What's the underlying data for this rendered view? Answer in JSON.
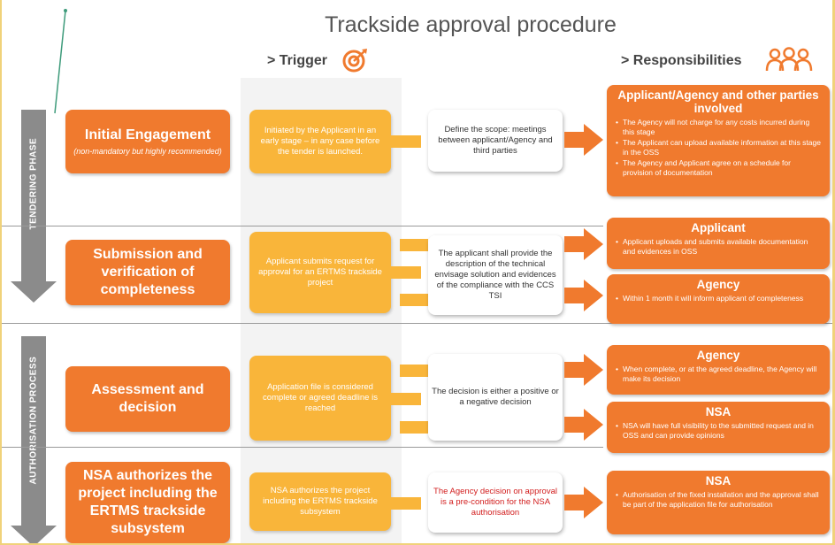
{
  "title": "Trackside approval procedure",
  "columns": {
    "trigger": "> Trigger",
    "responsibilities": "> Responsibilities",
    "trigger_icon": "target-icon",
    "responsibilities_icon": "people-icon"
  },
  "phases": {
    "tendering": "TENDERING PHASE",
    "authorisation": "AUTHORISATION PROCESS"
  },
  "stages": [
    {
      "title": "Initial Engagement",
      "subtitle": "(non-mandatory but highly recommended)"
    },
    {
      "title": "Submission and verification of completeness",
      "subtitle": ""
    },
    {
      "title": "Assessment and decision",
      "subtitle": ""
    },
    {
      "title": "NSA authorizes the project including the ERTMS trackside subsystem",
      "subtitle": ""
    }
  ],
  "triggers": [
    "Initiated by the Applicant in an early stage – in any case before the tender is launched.",
    "Applicant submits request for approval for an ERTMS trackside project",
    "Application file is considered complete or agreed deadline is reached",
    "NSA authorizes the project including the ERTMS trackside subsystem"
  ],
  "actions": [
    "Define the scope: meetings between applicant/Agency and third parties",
    "The applicant shall provide the description of the technical envisage solution and evidences of the compliance with the CCS TSI",
    "The decision is either a positive or a negative decision",
    "The Agency decision on approval is a pre-condition for the NSA authorisation"
  ],
  "responsibilities": [
    {
      "heading": "Applicant/Agency and other parties involved",
      "items": [
        "The Agency will not charge for any costs incurred during this stage",
        "The Applicant can upload available information at this stage in the OSS",
        "The Agency and Applicant agree on a schedule for provision of documentation"
      ]
    },
    {
      "heading": "Applicant",
      "items": [
        "Applicant uploads and submits available documentation and evidences in OSS"
      ]
    },
    {
      "heading": "Agency",
      "items": [
        "Within 1 month it will inform applicant of completeness"
      ]
    },
    {
      "heading": "Agency",
      "items": [
        "When complete, or at the agreed deadline, the Agency will make its decision"
      ]
    },
    {
      "heading": "NSA",
      "items": [
        "NSA will have full visibility to the submitted request and in OSS and can provide opinions"
      ]
    },
    {
      "heading": "NSA",
      "items": [
        "Authorisation of the fixed installation and the approval shall be part of the application file for authorisation"
      ]
    }
  ],
  "colors": {
    "stage": "#f07a2e",
    "trigger": "#f9b53a",
    "phase_arrow": "#8b8b8b",
    "highlight_text": "#d21e1e"
  }
}
